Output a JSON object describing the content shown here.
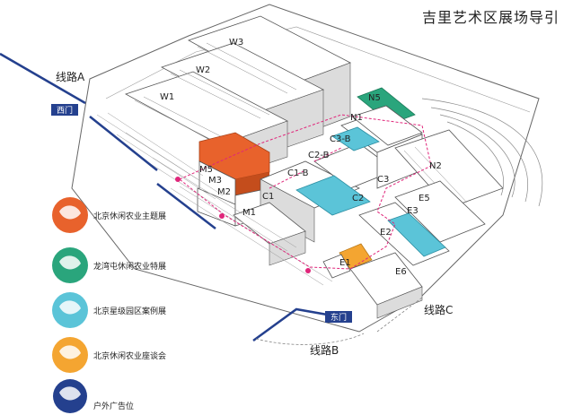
{
  "title": "吉里艺术区展场导引",
  "routes": {
    "a": "线路A",
    "b": "线路B",
    "c": "线路C"
  },
  "gates": {
    "west": "西门",
    "east": "东门"
  },
  "zones": {
    "w1": "W1",
    "w2": "W2",
    "w3": "W3",
    "m1": "M1",
    "m2": "M2",
    "m3": "M3",
    "m5": "M5",
    "c1": "C1",
    "c1b": "C1-B",
    "c2": "C2",
    "c2b": "C2-B",
    "c3": "C3",
    "c3b": "C3-B",
    "n1": "N1",
    "n2": "N2",
    "n5": "N5",
    "e1": "E1",
    "e2": "E2",
    "e3": "E3",
    "e5": "E5",
    "e6": "E6"
  },
  "legend": [
    {
      "label": "北京休闲农业主题展",
      "color": "#e8622c"
    },
    {
      "label": "龙湾屯休闲农业特展",
      "color": "#2aa57c"
    },
    {
      "label": "北京星级园区案例展",
      "color": "#5bc4d8"
    },
    {
      "label": "北京休闲农业座谈会",
      "color": "#f4a531"
    },
    {
      "label": "户外广告位",
      "color": "#24408e"
    }
  ],
  "colors": {
    "theme_orange": "#e8622c",
    "special_green": "#2aa57c",
    "case_cyan": "#5bc4d8",
    "forum_gold": "#f4a531",
    "outdoor_navy": "#24408e",
    "path_magenta": "#e0257a"
  }
}
